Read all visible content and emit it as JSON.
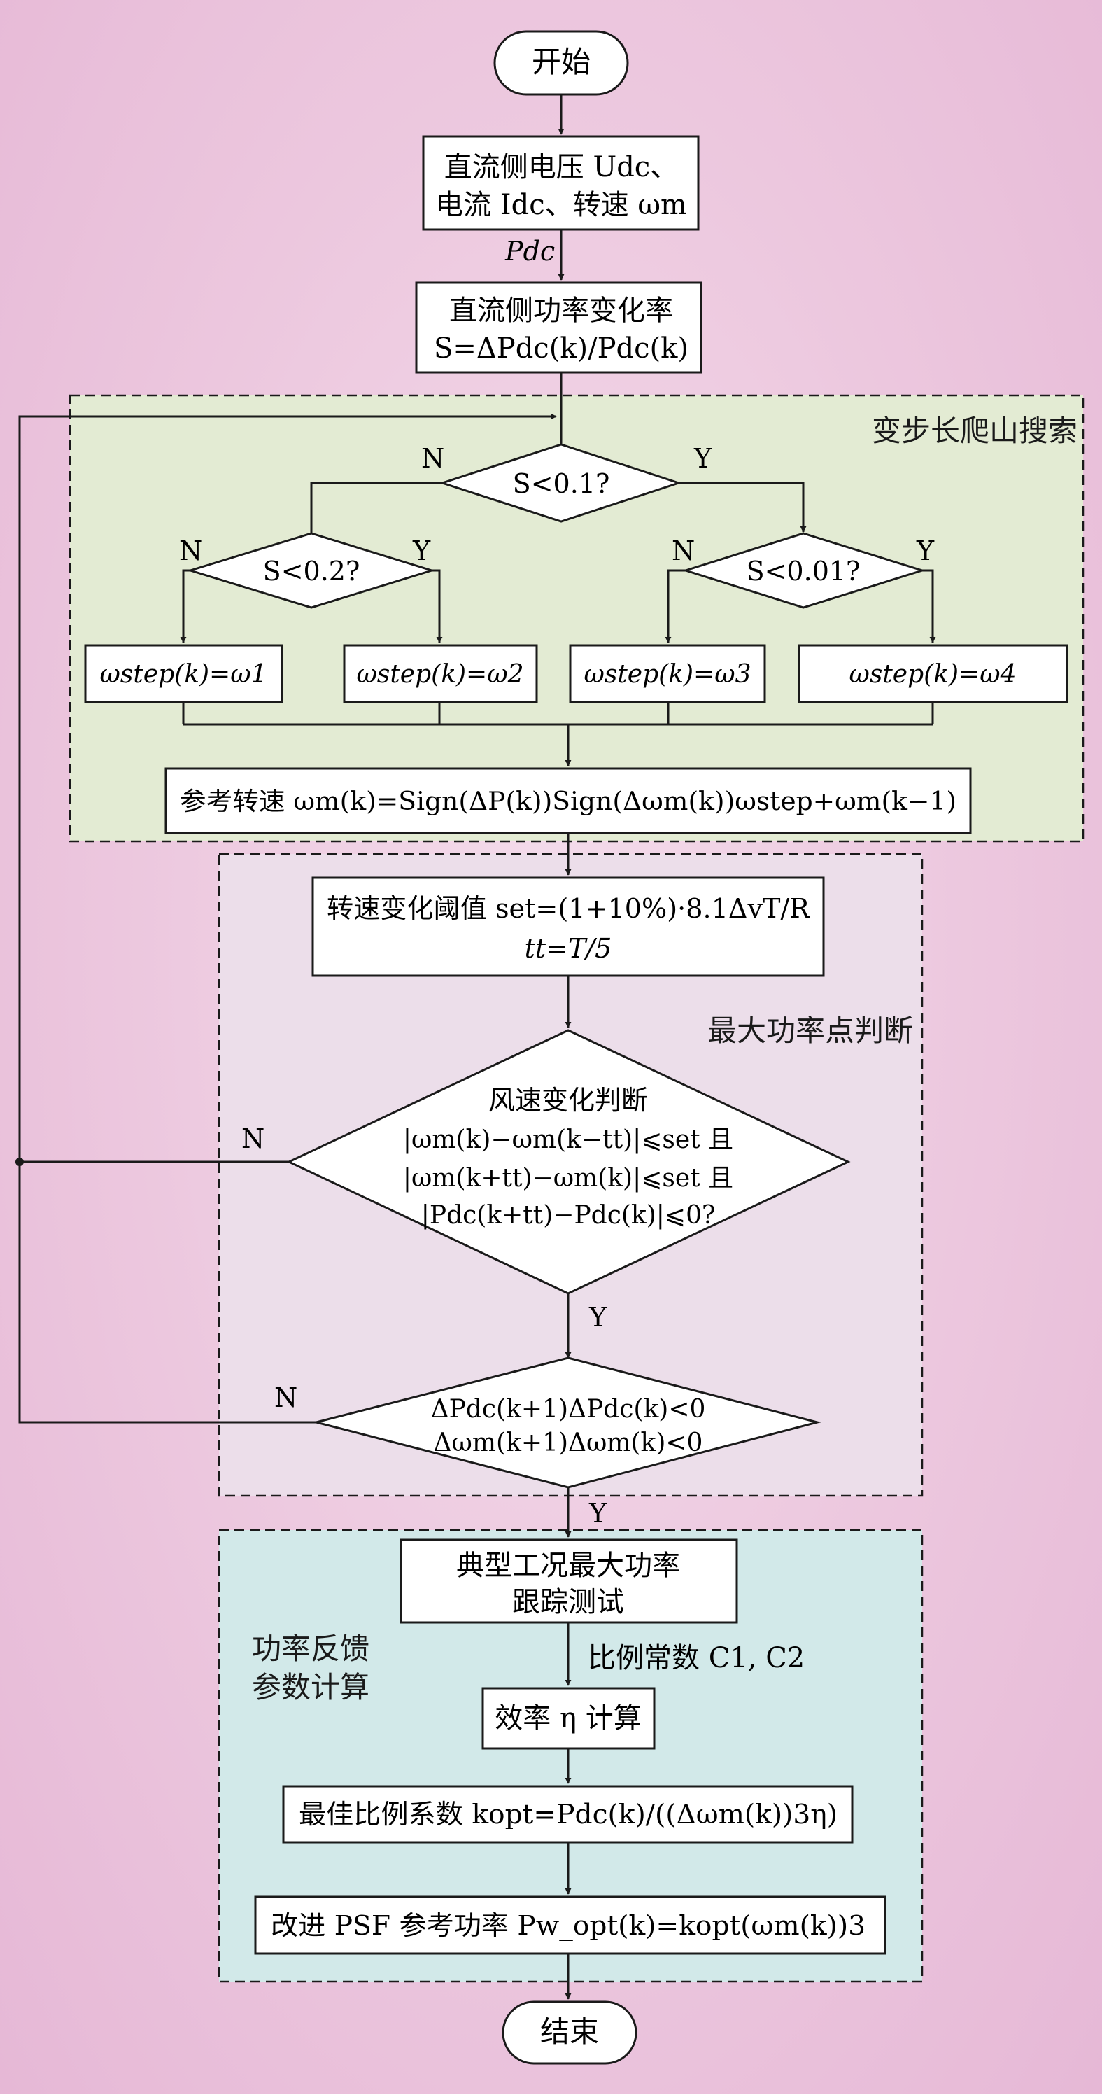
{
  "colors": {
    "background": "#ecc7de",
    "section_green": "#e3ebd3",
    "section_lavender": "#ecdeea",
    "section_cyan": "#d2e9e9",
    "node_fill": "#ffffff",
    "stroke": "#1a1a1a"
  },
  "sections": {
    "hill_climb": "变步长爬山搜索",
    "mpp_judge": "最大功率点判断",
    "power_feedback_line1": "功率反馈",
    "power_feedback_line2": "参数计算"
  },
  "nodes": {
    "start": "开始",
    "measure_line1": "直流侧电压 Udc、",
    "measure_line2": "电流 Idc、转速 ωm",
    "pdc_label": "Pdc",
    "rate_line1": "直流侧功率变化率",
    "rate_line2": "S=ΔPdc(k)/Pdc(k)",
    "d1": "S<0.1?",
    "d2": "S<0.2?",
    "d3": "S<0.01?",
    "w1": "ωstep(k)=ω1",
    "w2": "ωstep(k)=ω2",
    "w3": "ωstep(k)=ω3",
    "w4": "ωstep(k)=ω4",
    "ref_speed": "参考转速 ωm(k)=Sign(ΔP(k))Sign(Δωm(k))ωstep+ωm(k−1)",
    "thresh_line1": "转速变化阈值 set=(1+10%)·8.1ΔvT/R",
    "thresh_line2": "tt=T/5",
    "wind_line1": "风速变化判断",
    "wind_line2": "|ωm(k)−ωm(k−tt)|⩽set 且",
    "wind_line3": "|ωm(k+tt)−ωm(k)|⩽set 且",
    "wind_line4": "|Pdc(k+tt)−Pdc(k)|⩽0?",
    "sign_line1": "ΔPdc(k+1)ΔPdc(k)<0",
    "sign_line2": "Δωm(k+1)Δωm(k)<0",
    "track_line1": "典型工况最大功率",
    "track_line2": "跟踪测试",
    "ratio_label": "比例常数 C1, C2",
    "eff": "效率 η 计算",
    "kopt": "最佳比例系数 kopt=Pdc(k)/((Δωm(k))3η)",
    "psf": "改进 PSF 参考功率 Pw_opt(k)=kopt(ωm(k))3",
    "end": "结束"
  },
  "branch_labels": {
    "yes": "Y",
    "no": "N"
  }
}
